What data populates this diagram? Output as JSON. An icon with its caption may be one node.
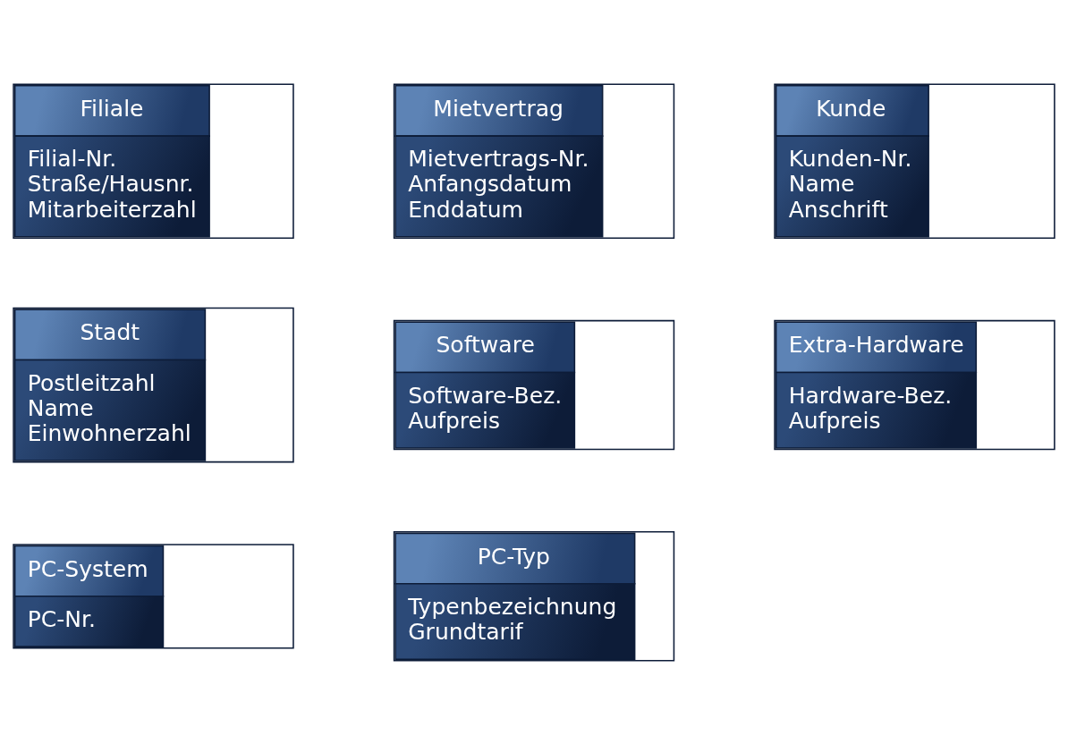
{
  "diagram": {
    "nodes": [
      {
        "text": [
          "Filiale",
          "Filial-Nr.",
          "Straße/Hausnr.",
          "Mitarbeiterzahl"
        ]
      },
      {
        "text": [
          "Mietvertrag",
          "Mietvertrags-Nr.",
          "Anfangsdatum",
          "Enddatum"
        ]
      },
      {
        "text": [
          "Kunde",
          "Kunden-Nr.",
          "Name",
          "Anschrift"
        ]
      },
      {
        "text": [
          "Stadt",
          "Postleitzahl",
          "Name",
          "Einwohnerzahl"
        ]
      },
      {
        "text": [
          "Software",
          "Software-Bez.",
          "Aufpreis"
        ]
      },
      {
        "text": [
          "Extra-Hardware",
          "Hardware-Bez.",
          "Aufpreis"
        ]
      },
      {
        "text": [
          "PC-System",
          "PC-Nr."
        ]
      },
      {
        "text": [
          "PC-Typ",
          "Typenbezeichnung",
          "Grundtarif"
        ]
      }
    ],
    "edges": []
  }
}
